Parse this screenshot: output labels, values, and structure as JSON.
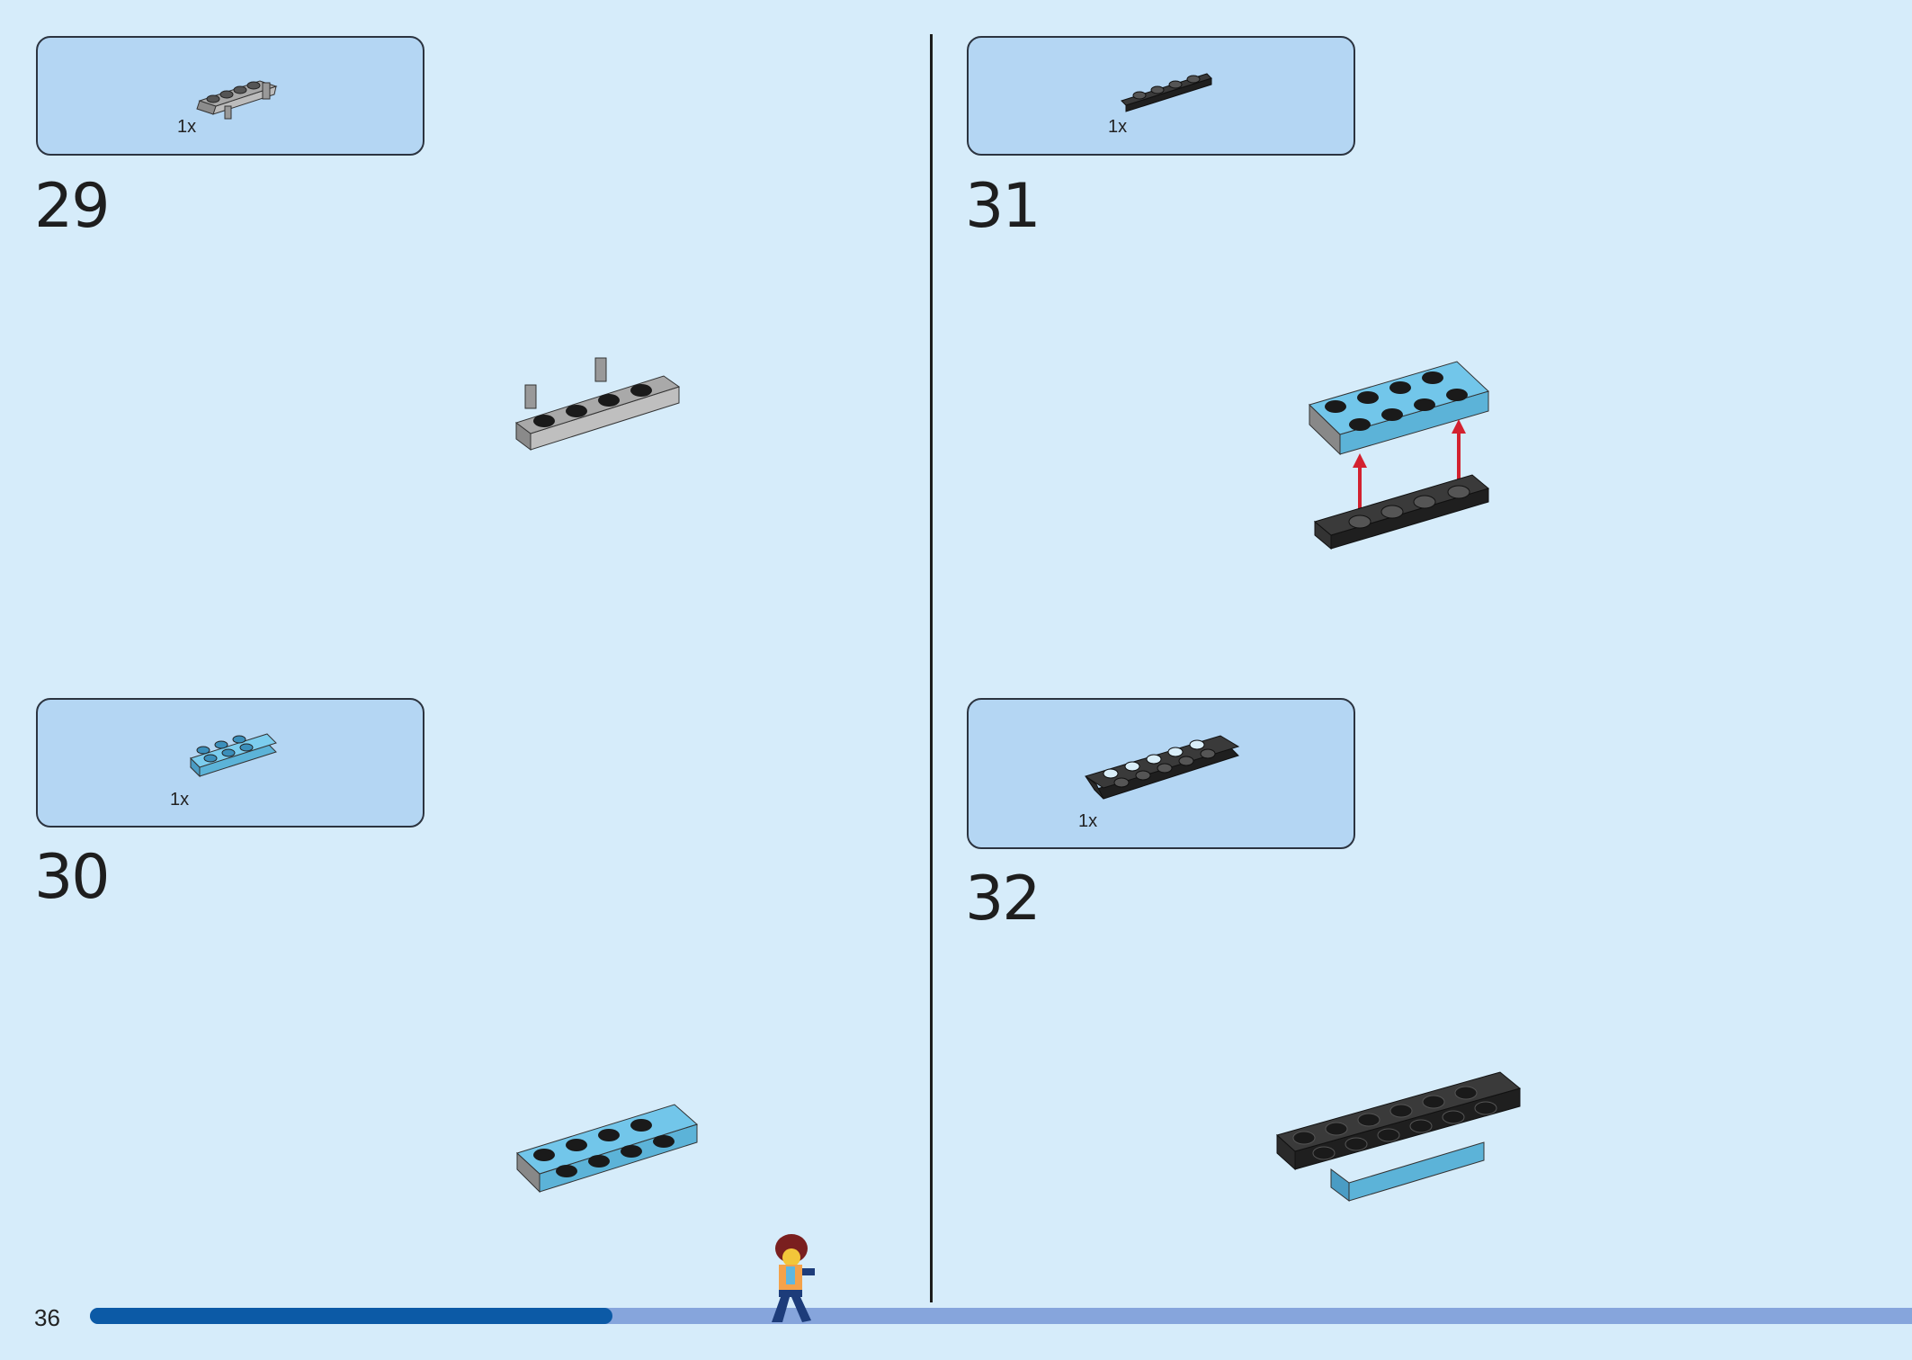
{
  "page": {
    "number": "36",
    "progress": 0.285
  },
  "colors": {
    "background": "#d6ecfa",
    "parts_box": "#b4d6f3",
    "progress_done": "#0c5aa6",
    "progress_todo": "#86a5dc",
    "brick_blue": "#6cc3e6",
    "brick_gray": "#a9a9a9",
    "brick_black": "#2b2b2b",
    "arrow_red": "#d3212f"
  },
  "steps": [
    {
      "number": "29",
      "parts": [
        {
          "qty": "1x",
          "piece": "gray-plate-with-clips"
        }
      ]
    },
    {
      "number": "30",
      "parts": [
        {
          "qty": "1x",
          "piece": "blue-plate-2x4"
        }
      ]
    },
    {
      "number": "31",
      "parts": [
        {
          "qty": "1x",
          "piece": "black-plate-1x4"
        }
      ]
    },
    {
      "number": "32",
      "parts": [
        {
          "qty": "1x",
          "piece": "black-plate-2x6-with-holes"
        }
      ]
    }
  ]
}
